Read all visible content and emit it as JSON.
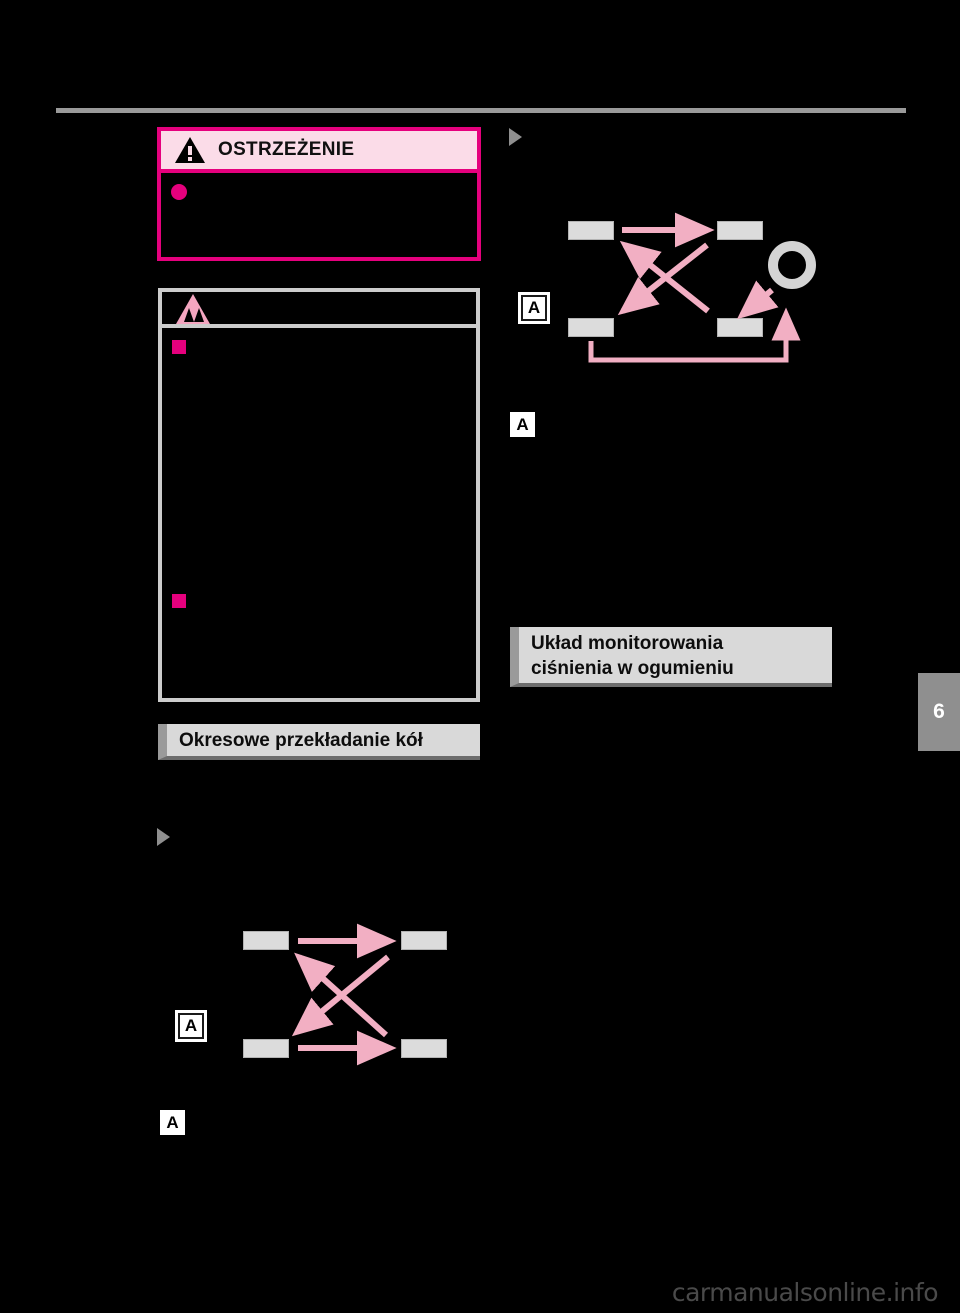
{
  "document": {
    "page_number": "6",
    "watermark": "carmanualsonline.info",
    "language": "pl"
  },
  "warning_box": {
    "icon": "warning-triangle-exclamation-icon",
    "title": "OSTRZEŻENIE",
    "border_color": "#e5007d",
    "header_background": "#fbdce8",
    "bullet_color": "#e5007d",
    "body_text": ""
  },
  "notice_box": {
    "icon": "notice-triangle-icon",
    "title": "",
    "border_color": "#cccccc",
    "bullet_color": "#e5007d",
    "items": [
      "",
      ""
    ]
  },
  "sections": [
    {
      "id": "rotation",
      "title": "Okresowe przekładanie kół",
      "background": "#d9d9d9",
      "accent": "#9a9a9a"
    },
    {
      "id": "tpms",
      "title": "Układ monitorowania\nciśnienia w ogumieniu",
      "title_line1": "Układ monitorowania",
      "title_line2": "ciśnienia w ogumieniu",
      "background": "#d9d9d9",
      "accent": "#9a9a9a"
    }
  ],
  "diagrams": [
    {
      "id": "rotation-5-tire",
      "label": "5-tire rotation pattern with spare",
      "callout_label": "A",
      "legend_label": "A",
      "legend_text": "",
      "tire_color": "#dcdcdc",
      "arrow_color": "#f2afc3",
      "spare_ring_color": "#d4d4d4",
      "tire_count": 4,
      "has_spare": true
    },
    {
      "id": "rotation-4-tire",
      "label": "4-tire rotation pattern",
      "callout_label": "A",
      "legend_label": "A",
      "legend_text": "",
      "tire_color": "#dcdcdc",
      "arrow_color": "#f2afc3",
      "tire_count": 4,
      "has_spare": false
    }
  ],
  "body": {
    "left_para_1": "",
    "left_para_2": "",
    "left_para_3": "",
    "right_para_1": "",
    "right_para_2": "",
    "right_para_3": "",
    "right_para_4": ""
  }
}
